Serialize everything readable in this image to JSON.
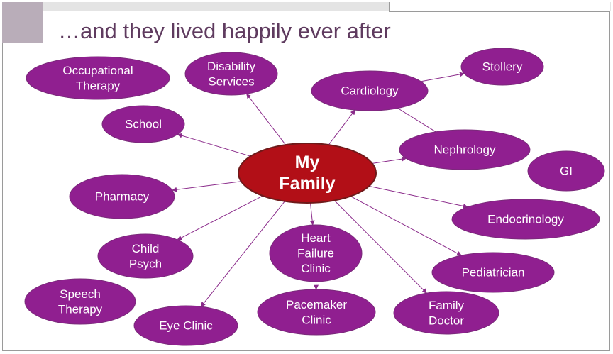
{
  "slide": {
    "title": "…and they lived happily ever after"
  },
  "colors": {
    "node_fill": "#901f90",
    "node_stroke": "#7a2a7a",
    "hub_fill": "#b20f17",
    "hub_stroke": "#6e1a1a",
    "edge": "#8a2a8a",
    "title": "#5f3b5f",
    "accent_block": "#b9adb9"
  },
  "diagram": {
    "hub": {
      "id": "hub",
      "lines": [
        "My",
        "Family"
      ]
    },
    "nodes": [
      {
        "id": "occupational",
        "lines": [
          "Occupational",
          "Therapy"
        ]
      },
      {
        "id": "disability",
        "lines": [
          "Disability",
          "Services"
        ]
      },
      {
        "id": "cardiology",
        "lines": [
          "Cardiology"
        ]
      },
      {
        "id": "stollery",
        "lines": [
          "Stollery"
        ]
      },
      {
        "id": "school",
        "lines": [
          "School"
        ]
      },
      {
        "id": "nephrology",
        "lines": [
          "Nephrology"
        ]
      },
      {
        "id": "gi",
        "lines": [
          "GI"
        ]
      },
      {
        "id": "pharmacy",
        "lines": [
          "Pharmacy"
        ]
      },
      {
        "id": "endocrinology",
        "lines": [
          "Endocrinology"
        ]
      },
      {
        "id": "childpsych",
        "lines": [
          "Child",
          "Psych"
        ]
      },
      {
        "id": "heartfailure",
        "lines": [
          "Heart",
          "Failure",
          "Clinic"
        ]
      },
      {
        "id": "pediatrician",
        "lines": [
          "Pediatrician"
        ]
      },
      {
        "id": "speech",
        "lines": [
          "Speech",
          "Therapy"
        ]
      },
      {
        "id": "pacemaker",
        "lines": [
          "Pacemaker",
          "Clinic"
        ]
      },
      {
        "id": "familydoctor",
        "lines": [
          "Family",
          "Doctor"
        ]
      },
      {
        "id": "eyeclinic",
        "lines": [
          "Eye Clinic"
        ]
      }
    ],
    "edges": [
      {
        "from": "hub",
        "to": "disability",
        "arrow": true
      },
      {
        "from": "hub",
        "to": "cardiology",
        "arrow": true
      },
      {
        "from": "hub",
        "to": "school",
        "arrow": true
      },
      {
        "from": "hub",
        "to": "nephrology",
        "arrow": true
      },
      {
        "from": "hub",
        "to": "pharmacy",
        "arrow": true
      },
      {
        "from": "hub",
        "to": "endocrinology",
        "arrow": true
      },
      {
        "from": "hub",
        "to": "childpsych",
        "arrow": true
      },
      {
        "from": "hub",
        "to": "heartfailure",
        "arrow": true
      },
      {
        "from": "hub",
        "to": "pediatrician",
        "arrow": true
      },
      {
        "from": "hub",
        "to": "familydoctor",
        "arrow": true
      },
      {
        "from": "hub",
        "to": "eyeclinic",
        "arrow": true
      },
      {
        "from": "cardiology",
        "to": "stollery",
        "arrow": true
      },
      {
        "from": "cardiology",
        "to": "nephrology",
        "arrow": false
      },
      {
        "from": "heartfailure",
        "to": "pacemaker",
        "arrow": true
      }
    ]
  }
}
